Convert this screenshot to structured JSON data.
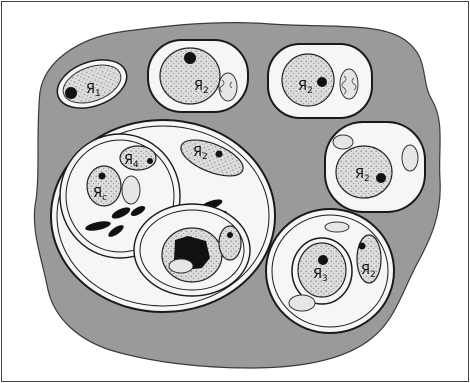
{
  "labels": {
    "cell_top_left": {
      "main": "Я",
      "sub": "1"
    },
    "cell_top_center": {
      "main": "Я",
      "sub": "2"
    },
    "cell_top_right": {
      "main": "Я",
      "sub": "2"
    },
    "cell_right_middle": {
      "main": "Я",
      "sub": "2"
    },
    "cell_bottom_right": {
      "main": "Я",
      "sub": "3"
    },
    "cell_bottom_right_small": {
      "main": "Я",
      "sub": "2"
    },
    "inner_cell_a": {
      "main": "Я",
      "sub": "4"
    },
    "inner_cell_b": {
      "main": "Я",
      "sub": "c"
    },
    "inner_cell_c": {
      "main": "Я",
      "sub": "2"
    }
  },
  "colors": {
    "background": "#ffffff",
    "tissue": "#9a9a9a",
    "cell_fill": "#f6f6f4",
    "cytoplasm": "#d7d7d7",
    "outline": "#1a1a1a",
    "nucleolus": "#111111"
  }
}
